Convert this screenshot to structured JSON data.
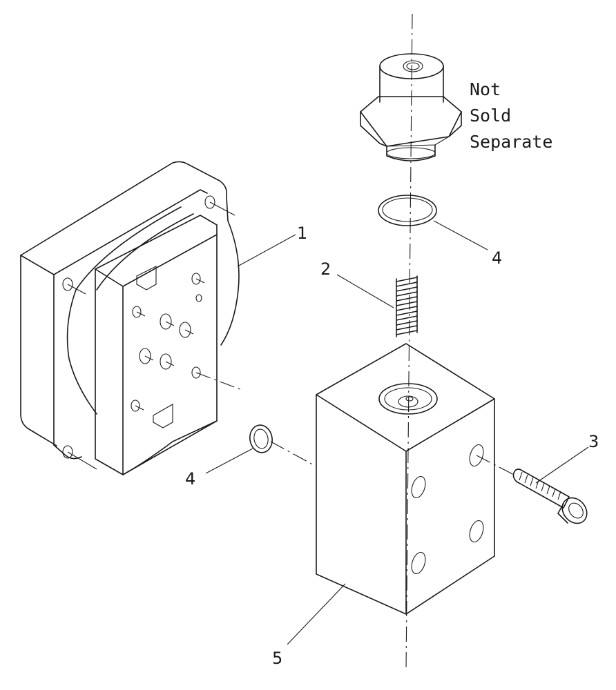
{
  "callouts": {
    "item1": "1",
    "item2": "2",
    "item3": "3",
    "item4_upper": "4",
    "item4_lower": "4",
    "item5": "5"
  },
  "note": {
    "line1": "Not",
    "line2": "Sold",
    "line3": "Separate"
  }
}
